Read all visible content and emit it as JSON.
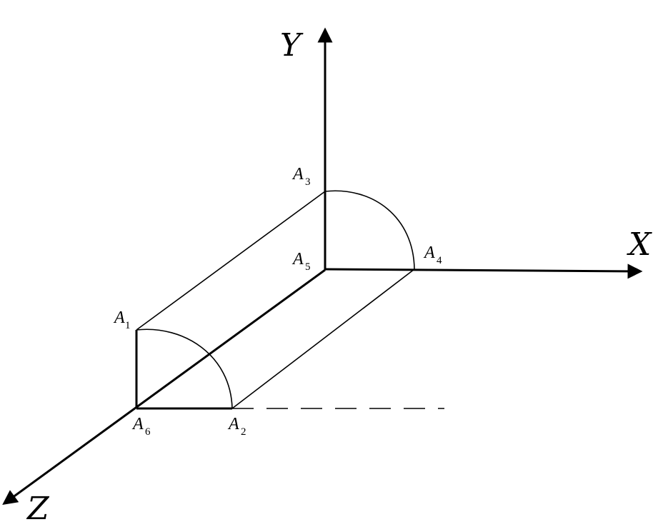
{
  "axes": {
    "x": "X",
    "y": "Y",
    "z": "Z"
  },
  "points": [
    {
      "id": "A1",
      "letter": "A",
      "sub": "1"
    },
    {
      "id": "A2",
      "letter": "A",
      "sub": "2"
    },
    {
      "id": "A3",
      "letter": "A",
      "sub": "3"
    },
    {
      "id": "A4",
      "letter": "A",
      "sub": "4"
    },
    {
      "id": "A5",
      "letter": "A",
      "sub": "5"
    },
    {
      "id": "A6",
      "letter": "A",
      "sub": "6"
    }
  ],
  "colors": {
    "stroke": "#000000",
    "background": "#ffffff"
  }
}
